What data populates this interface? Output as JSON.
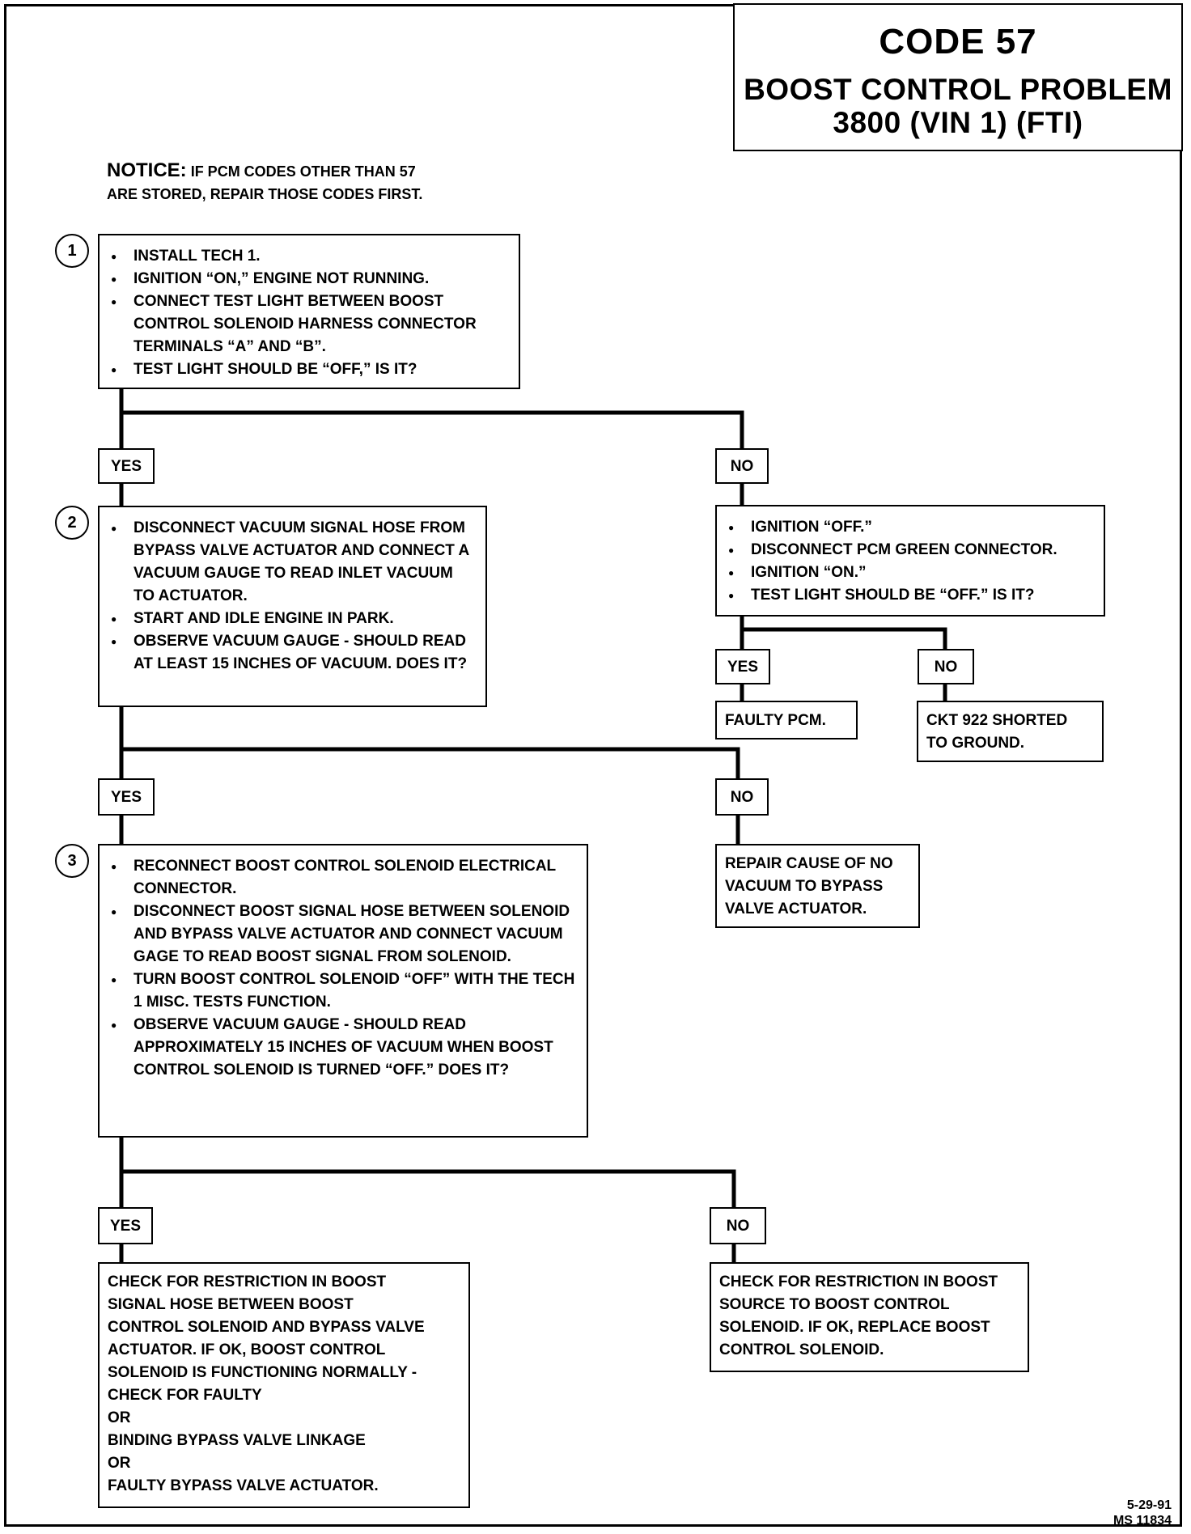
{
  "title": {
    "code": "CODE 57",
    "name": "BOOST CONTROL PROBLEM",
    "engine": "3800 (VIN 1) (FTI)"
  },
  "notice": {
    "label": "NOTICE:",
    "text": "IF PCM CODES OTHER THAN 57\nARE STORED, REPAIR THOSE CODES FIRST."
  },
  "steps": [
    {
      "number": "1",
      "items": [
        "INSTALL TECH 1.",
        "IGNITION “ON,” ENGINE NOT RUNNING.",
        "CONNECT TEST LIGHT BETWEEN BOOST CONTROL SOLENOID HARNESS CONNECTOR TERMINALS “A” AND “B”.",
        "TEST LIGHT SHOULD BE “OFF,” IS IT?"
      ]
    },
    {
      "number": "2",
      "items": [
        "DISCONNECT VACUUM SIGNAL HOSE FROM BYPASS VALVE ACTUATOR AND CONNECT A VACUUM GAUGE TO READ INLET VACUUM TO ACTUATOR.",
        "START AND IDLE ENGINE IN PARK.",
        "OBSERVE VACUUM GAUGE - SHOULD READ AT LEAST 15 INCHES OF VACUUM. DOES IT?"
      ]
    },
    {
      "number": "3",
      "items": [
        "RECONNECT BOOST CONTROL SOLENOID ELECTRICAL CONNECTOR.",
        "DISCONNECT BOOST SIGNAL HOSE BETWEEN SOLENOID AND BYPASS VALVE ACTUATOR AND CONNECT VACUUM GAGE TO READ BOOST SIGNAL FROM SOLENOID.",
        "TURN BOOST CONTROL SOLENOID “OFF” WITH THE TECH 1 MISC. TESTS FUNCTION.",
        "OBSERVE VACUUM GAUGE - SHOULD READ APPROXIMATELY 15 INCHES OF VACUUM WHEN BOOST CONTROL SOLENOID IS TURNED “OFF.” DOES IT?"
      ]
    }
  ],
  "branch_labels": {
    "s1_yes": "YES",
    "s1_no": "NO",
    "s1no_yes": "YES",
    "s1no_no": "NO",
    "s2_yes": "YES",
    "s2_no": "NO",
    "s3_yes": "YES",
    "s3_no": "NO"
  },
  "check_pcm": {
    "items": [
      "IGNITION “OFF.”",
      "DISCONNECT PCM GREEN CONNECTOR.",
      "IGNITION “ON.”",
      "TEST LIGHT SHOULD BE “OFF.” IS IT?"
    ]
  },
  "results": {
    "faulty_pcm": "FAULTY PCM.",
    "ckt_shorted": "CKT 922 SHORTED\nTO GROUND.",
    "repair_vacuum": "REPAIR CAUSE OF NO\nVACUUM TO BYPASS\nVALVE ACTUATOR.",
    "check_restriction_signal": "CHECK FOR RESTRICTION IN BOOST\nSIGNAL HOSE BETWEEN BOOST\nCONTROL SOLENOID AND BYPASS VALVE\nACTUATOR.  IF OK, BOOST CONTROL\nSOLENOID IS FUNCTIONING NORMALLY -\nCHECK FOR FAULTY\nOR\nBINDING BYPASS VALVE LINKAGE\nOR\nFAULTY BYPASS VALVE ACTUATOR.",
    "check_restriction_source": "CHECK FOR RESTRICTION IN BOOST\nSOURCE TO BOOST CONTROL\nSOLENOID.  IF OK, REPLACE BOOST\nCONTROL SOLENOID."
  },
  "footer": {
    "date": "5-29-91",
    "id": "MS 11834"
  }
}
